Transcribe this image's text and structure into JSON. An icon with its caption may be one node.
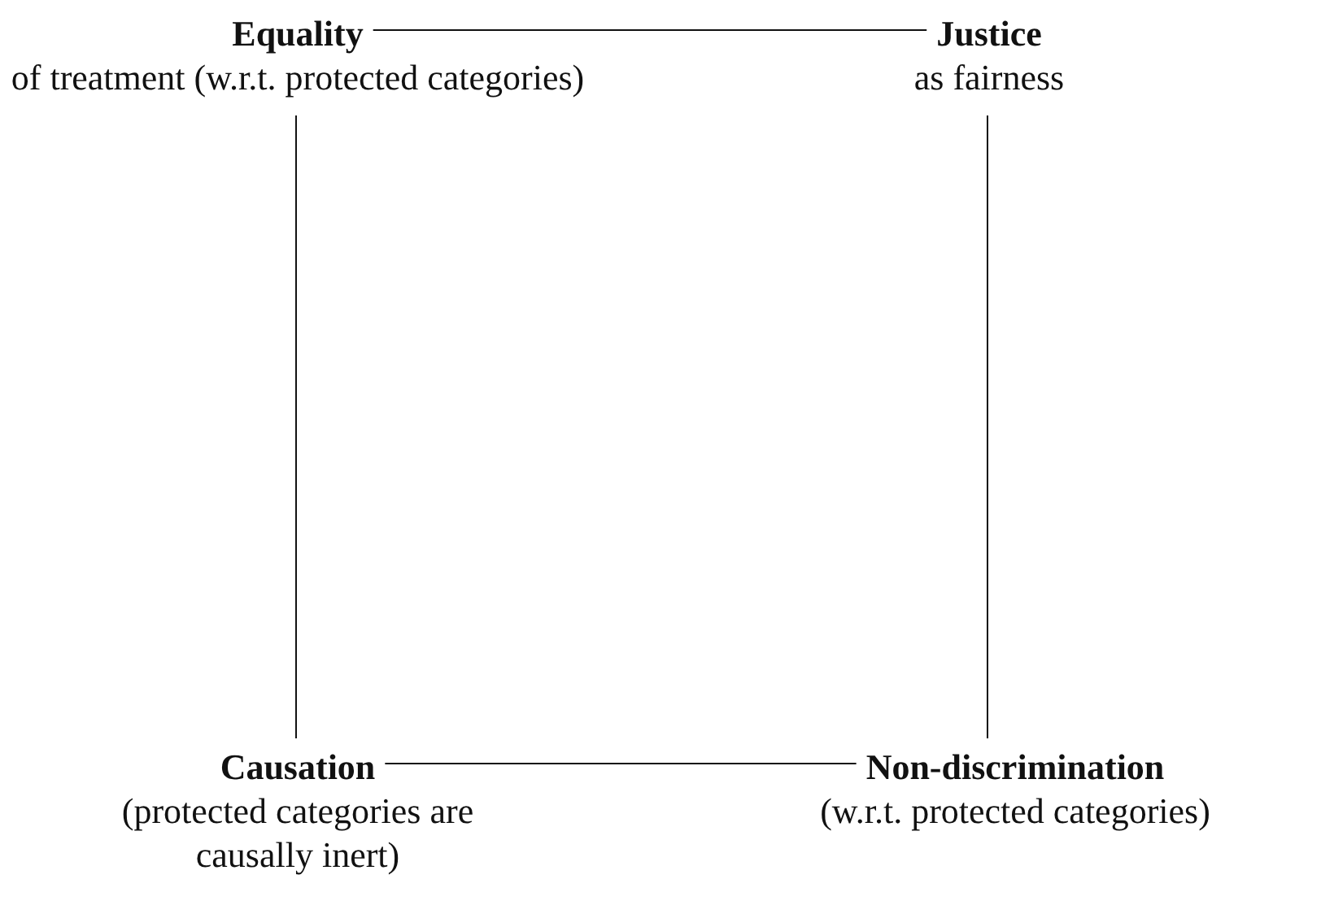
{
  "diagram": {
    "nodes": [
      {
        "text": [
          "Equality",
          "of treatment (w.r.t. protected categories)"
        ]
      },
      {
        "text": [
          "Justice",
          "as fairness"
        ]
      },
      {
        "text": [
          "Causation",
          "(protected categories are causally inert)"
        ]
      },
      {
        "text": [
          "Non-discrimination",
          "(w.r.t. protected categories)"
        ]
      }
    ],
    "edges": [
      {
        "from": 0,
        "to": 1,
        "arrow": "none"
      },
      {
        "from": 0,
        "to": 2,
        "arrow": "none"
      },
      {
        "from": 1,
        "to": 3,
        "arrow": "none"
      },
      {
        "from": 2,
        "to": 3,
        "arrow": "none"
      }
    ]
  }
}
